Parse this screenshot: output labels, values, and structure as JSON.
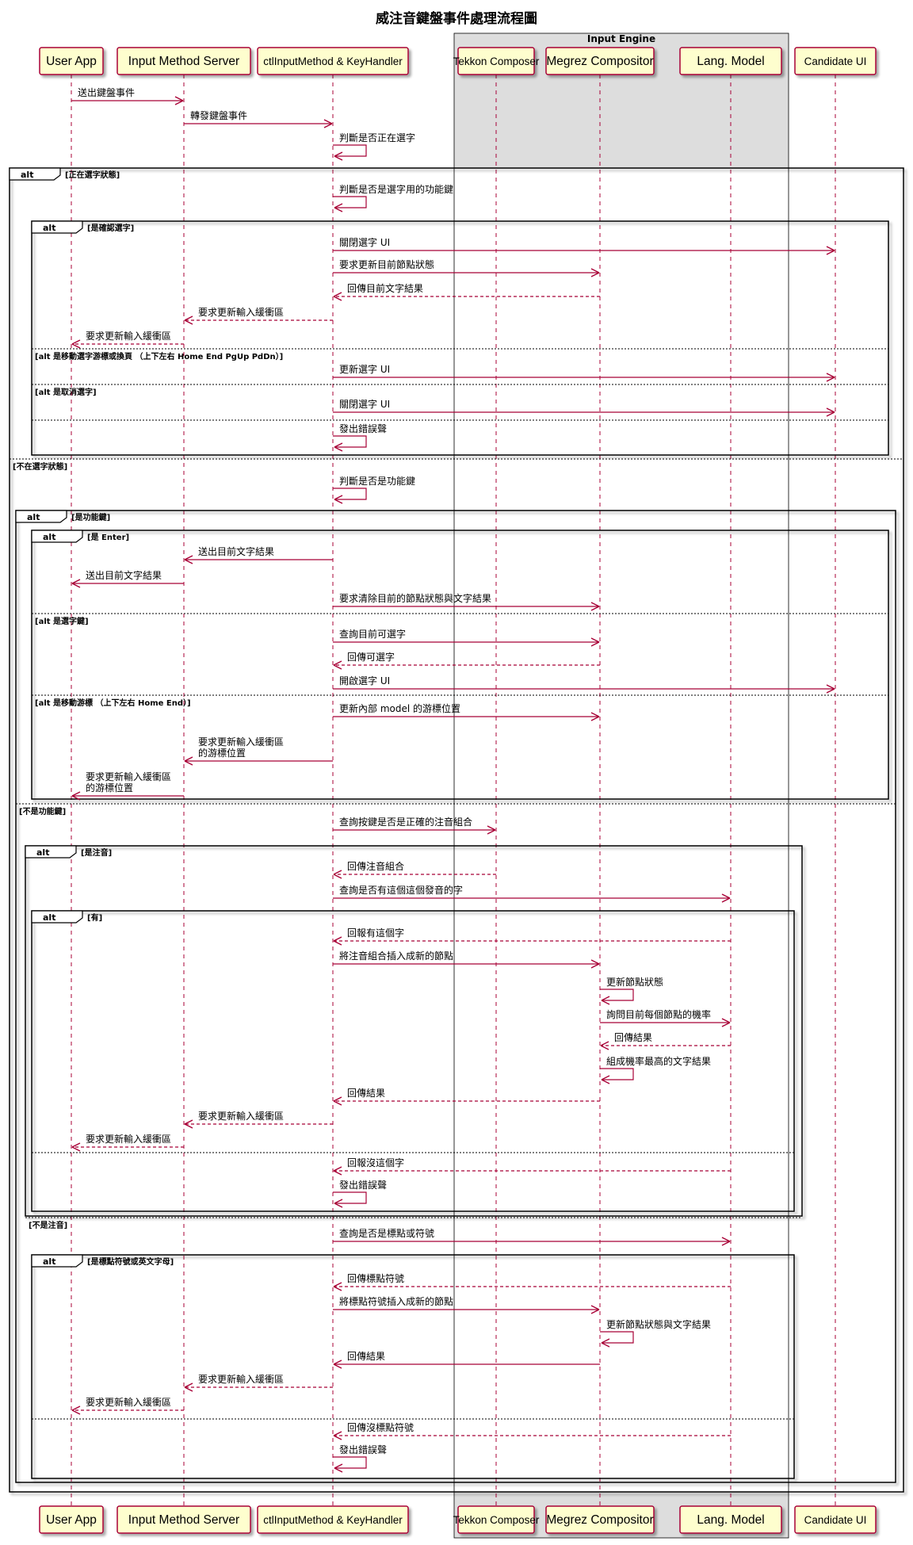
{
  "title": "威注音鍵盤事件處理流程圖",
  "box": {
    "label": "Input Engine"
  },
  "participants": [
    {
      "id": "app",
      "label": "User App"
    },
    {
      "id": "ims",
      "label": "Input Method Server"
    },
    {
      "id": "ctl",
      "label": "ctlInputMethod & KeyHandler"
    },
    {
      "id": "tek",
      "label": "Tekkon Composer"
    },
    {
      "id": "meg",
      "label": "Megrez Compositor"
    },
    {
      "id": "lm",
      "label": "Lang. Model"
    },
    {
      "id": "cand",
      "label": "Candidate UI"
    }
  ],
  "messages": [
    {
      "from": "app",
      "to": "ims",
      "text": "送出鍵盤事件",
      "dashed": false
    },
    {
      "from": "ims",
      "to": "ctl",
      "text": "轉發鍵盤事件",
      "dashed": false
    },
    {
      "from": "ctl",
      "to": "ctl",
      "text": "判斷是否正在選字",
      "dashed": false
    },
    {
      "from": "ctl",
      "to": "ctl",
      "text": "判斷是否是選字用的功能鍵",
      "dashed": false
    },
    {
      "from": "ctl",
      "to": "cand",
      "text": "關閉選字 UI",
      "dashed": false
    },
    {
      "from": "ctl",
      "to": "meg",
      "text": "要求更新目前節點狀態",
      "dashed": false
    },
    {
      "from": "meg",
      "to": "ctl",
      "text": "回傳目前文字結果",
      "dashed": true
    },
    {
      "from": "ctl",
      "to": "ims",
      "text": "要求更新輸入緩衝區",
      "dashed": true
    },
    {
      "from": "ims",
      "to": "app",
      "text": "要求更新輸入緩衝區",
      "dashed": true
    },
    {
      "from": "ctl",
      "to": "cand",
      "text": "更新選字 UI",
      "dashed": false
    },
    {
      "from": "ctl",
      "to": "cand",
      "text": "關閉選字 UI",
      "dashed": false
    },
    {
      "from": "ctl",
      "to": "ctl",
      "text": "發出錯誤聲",
      "dashed": false
    },
    {
      "from": "ctl",
      "to": "ctl",
      "text": "判斷是否是功能鍵",
      "dashed": false
    },
    {
      "from": "ctl",
      "to": "ims",
      "text": "送出目前文字結果",
      "dashed": false
    },
    {
      "from": "ims",
      "to": "app",
      "text": "送出目前文字結果",
      "dashed": false
    },
    {
      "from": "ctl",
      "to": "meg",
      "text": "要求清除目前的節點狀態與文字結果",
      "dashed": false
    },
    {
      "from": "ctl",
      "to": "meg",
      "text": "查詢目前可選字",
      "dashed": false
    },
    {
      "from": "meg",
      "to": "ctl",
      "text": "回傳可選字",
      "dashed": true
    },
    {
      "from": "ctl",
      "to": "cand",
      "text": "開啟選字 UI",
      "dashed": false
    },
    {
      "from": "ctl",
      "to": "meg",
      "text": "更新內部 model 的游標位置",
      "dashed": false
    },
    {
      "from": "ctl",
      "to": "ims",
      "text": "要求更新輸入緩衝區",
      "text2": "的游標位置",
      "dashed": false
    },
    {
      "from": "ims",
      "to": "app",
      "text": "要求更新輸入緩衝區",
      "text2": "的游標位置",
      "dashed": false
    },
    {
      "from": "ctl",
      "to": "tek",
      "text": "查詢按鍵是否是正確的注音組合",
      "dashed": false
    },
    {
      "from": "tek",
      "to": "ctl",
      "text": "回傳注音組合",
      "dashed": true
    },
    {
      "from": "ctl",
      "to": "lm",
      "text": "查詢是否有這個這個發音的字",
      "dashed": false
    },
    {
      "from": "lm",
      "to": "ctl",
      "text": "回報有這個字",
      "dashed": true
    },
    {
      "from": "ctl",
      "to": "meg",
      "text": "將注音組合插入成新的節點",
      "dashed": false
    },
    {
      "from": "meg",
      "to": "meg",
      "text": "更新節點狀態",
      "dashed": false
    },
    {
      "from": "meg",
      "to": "lm",
      "text": "詢問目前每個節點的機率",
      "dashed": false
    },
    {
      "from": "lm",
      "to": "meg",
      "text": "回傳結果",
      "dashed": true
    },
    {
      "from": "meg",
      "to": "meg",
      "text": "組成機率最高的文字結果",
      "dashed": false
    },
    {
      "from": "meg",
      "to": "ctl",
      "text": "回傳結果",
      "dashed": true
    },
    {
      "from": "ctl",
      "to": "ims",
      "text": "要求更新輸入緩衝區",
      "dashed": true
    },
    {
      "from": "ims",
      "to": "app",
      "text": "要求更新輸入緩衝區",
      "dashed": true
    },
    {
      "from": "lm",
      "to": "ctl",
      "text": "回報沒這個字",
      "dashed": true
    },
    {
      "from": "ctl",
      "to": "ctl",
      "text": "發出錯誤聲",
      "dashed": false
    },
    {
      "from": "ctl",
      "to": "lm",
      "text": "查詢是否是標點或符號",
      "dashed": false
    },
    {
      "from": "lm",
      "to": "ctl",
      "text": "回傳標點符號",
      "dashed": true
    },
    {
      "from": "ctl",
      "to": "meg",
      "text": "將標點符號插入成新的節點",
      "dashed": false
    },
    {
      "from": "meg",
      "to": "meg",
      "text": "更新節點狀態與文字結果",
      "dashed": false
    },
    {
      "from": "meg",
      "to": "ctl",
      "text": "回傳結果",
      "dashed": false
    },
    {
      "from": "ctl",
      "to": "ims",
      "text": "要求更新輸入緩衝區",
      "dashed": true
    },
    {
      "from": "ims",
      "to": "app",
      "text": "要求更新輸入緩衝區",
      "dashed": true
    },
    {
      "from": "lm",
      "to": "ctl",
      "text": "回傳沒標點符號",
      "dashed": true
    },
    {
      "from": "ctl",
      "to": "ctl",
      "text": "發出錯誤聲",
      "dashed": false
    }
  ],
  "fragments": [
    {
      "tag": "alt",
      "guard": "[正在選字狀態]",
      "else": [
        {
          "guard": "[不在選字狀態]"
        }
      ]
    },
    {
      "tag": "alt",
      "guard": "[是確認選字]",
      "else": [
        {
          "guard": "[alt 是移動選字游標或換頁 （上下左右 Home End PgUp PdDn）]"
        },
        {
          "guard": "[alt 是取消選字]"
        },
        {
          "guard": ""
        }
      ]
    },
    {
      "tag": "alt",
      "guard": "[是功能鍵]",
      "else": [
        {
          "guard": "[不是功能鍵]"
        }
      ]
    },
    {
      "tag": "alt",
      "guard": "[是 Enter]",
      "else": [
        {
          "guard": "[alt 是選字鍵]"
        },
        {
          "guard": "[alt 是移動游標 （上下左右 Home End）]"
        }
      ]
    },
    {
      "tag": "alt",
      "guard": "[是注音]",
      "else": [
        {
          "guard": "[不是注音]"
        }
      ]
    },
    {
      "tag": "alt",
      "guard": "[有]",
      "else": [
        {
          "guard": ""
        }
      ]
    },
    {
      "tag": "alt",
      "guard": "[是標點符號或英文字母]",
      "else": [
        {
          "guard": ""
        }
      ]
    }
  ],
  "colors": {
    "participant_fill": "#FEFECE",
    "participant_border": "#A80036",
    "arrow": "#A80036",
    "lifeline": "#A80036",
    "box_fill": "#DDDDDD",
    "fragment_border": "#000000"
  }
}
